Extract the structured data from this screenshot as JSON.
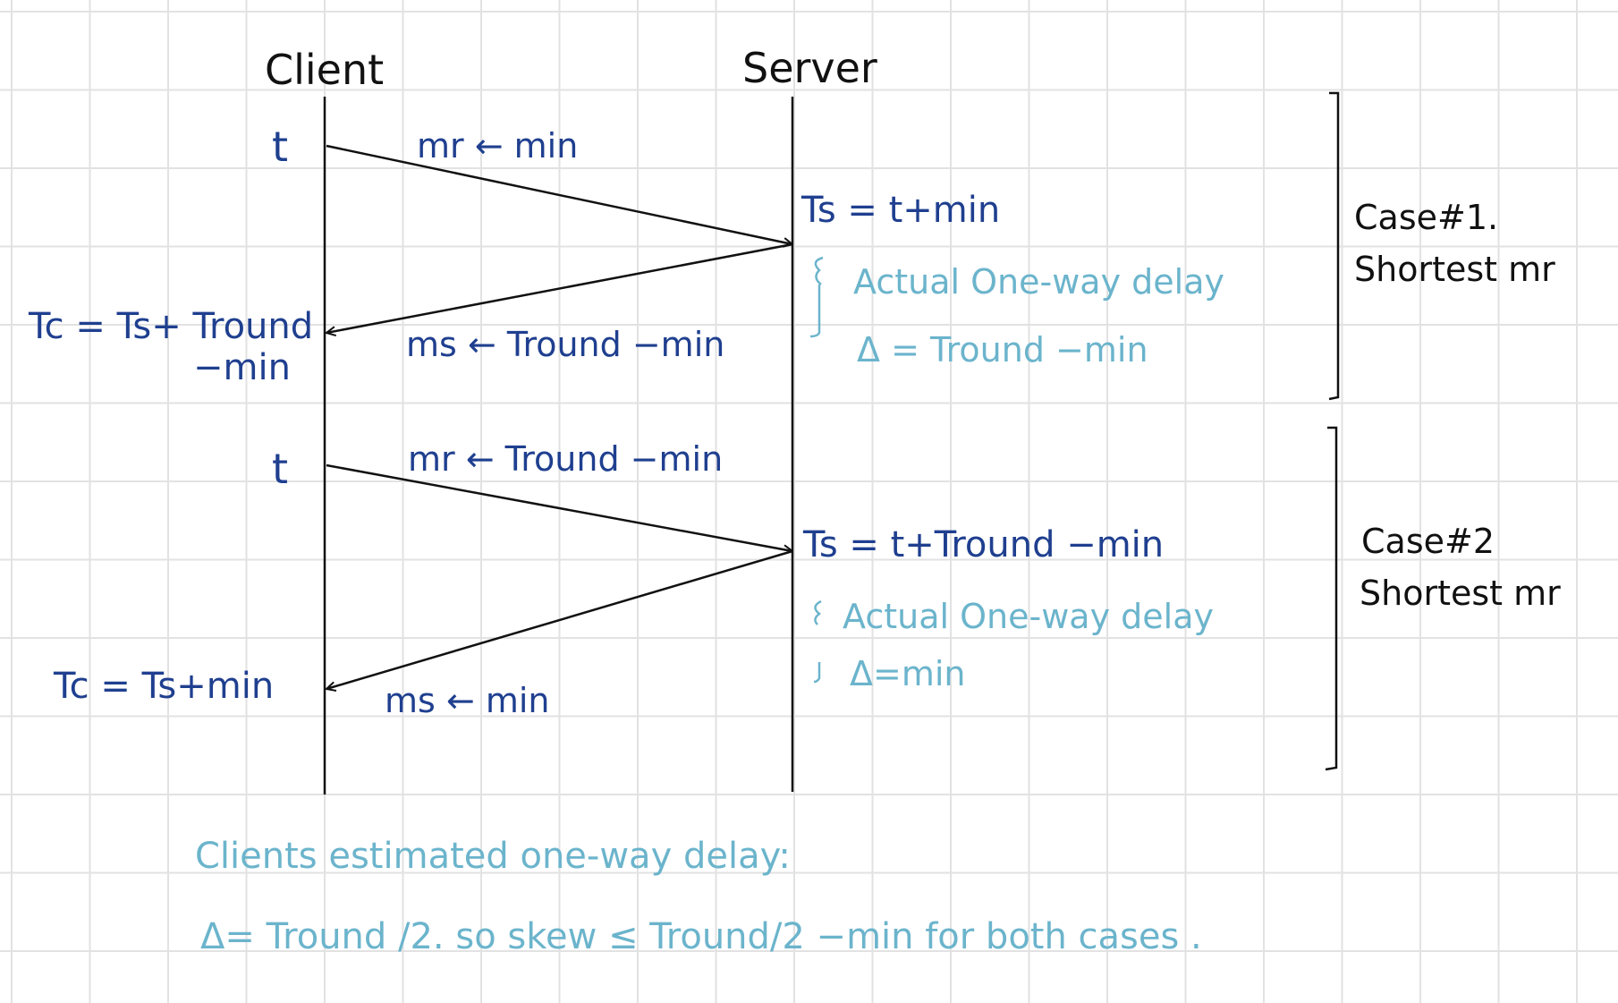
{
  "lifelines": {
    "client": "Client",
    "server": "Server"
  },
  "case1": {
    "send_time": "t",
    "request_label": "mr ← min",
    "server_time": "Ts = t+min",
    "actual_delay_label": "Actual One-way delay",
    "actual_delay_value": "Δ = Tround −min",
    "reply_label": "ms ← Tround −min",
    "client_time_line1": "Tc = Ts+ Tround",
    "client_time_line2": "−min",
    "bracket_label_line1": "Case#1.",
    "bracket_label_line2": "Shortest mr"
  },
  "case2": {
    "send_time": "t",
    "request_label": "mr ← Tround −min",
    "server_time": "Ts = t+Tround −min",
    "actual_delay_label": "Actual One-way delay",
    "actual_delay_value": "Δ=min",
    "reply_label": "ms ← min",
    "client_time": "Tc = Ts+min",
    "bracket_label_line1": "Case#2",
    "bracket_label_line2": "Shortest mr"
  },
  "summary": {
    "line1": "Clients estimated one-way delay:",
    "line2": "Δ= Tround /2. so skew ≤ Tround/2 −min for both cases ."
  },
  "colors": {
    "ink": "#111111",
    "navy": "#1f3f8f",
    "teal": "#6bb4cc",
    "grid": "#e2e2e2"
  }
}
